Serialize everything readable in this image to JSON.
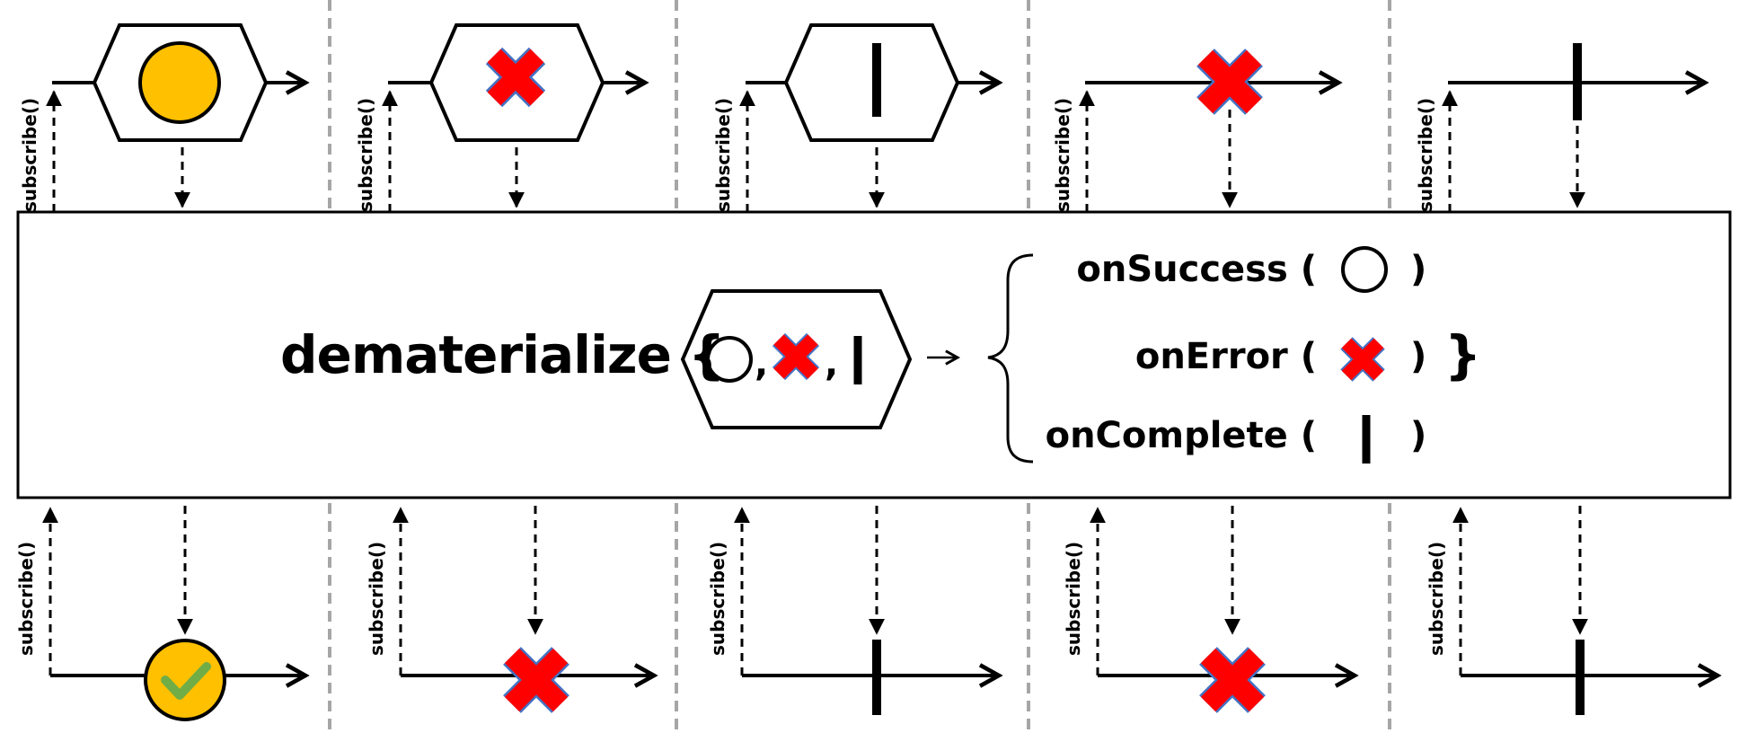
{
  "subscribe_label": "subscribe()",
  "operator": {
    "title": "dematerialize {",
    "closing_brace": "}",
    "comma": ","
  },
  "callbacks": [
    {
      "label": "onSuccess (",
      "close": ")",
      "icon": "circle-icon"
    },
    {
      "label": "onError (",
      "close": ")",
      "icon": "x-mark-icon"
    },
    {
      "label": "onComplete (",
      "close": ")",
      "icon": "bar-icon"
    }
  ],
  "columns": [
    {
      "input": "success-notification",
      "output": "success"
    },
    {
      "input": "error-notification",
      "output": "error"
    },
    {
      "input": "complete-notification",
      "output": "complete"
    },
    {
      "input": "error",
      "output": "error"
    },
    {
      "input": "complete",
      "output": "complete"
    }
  ],
  "colors": {
    "success_fill": "#FFC000",
    "check": "#70AD47",
    "error": "#FF0000",
    "error_outline": "#4472C4",
    "separator": "#A6A6A6",
    "line": "#000000"
  }
}
